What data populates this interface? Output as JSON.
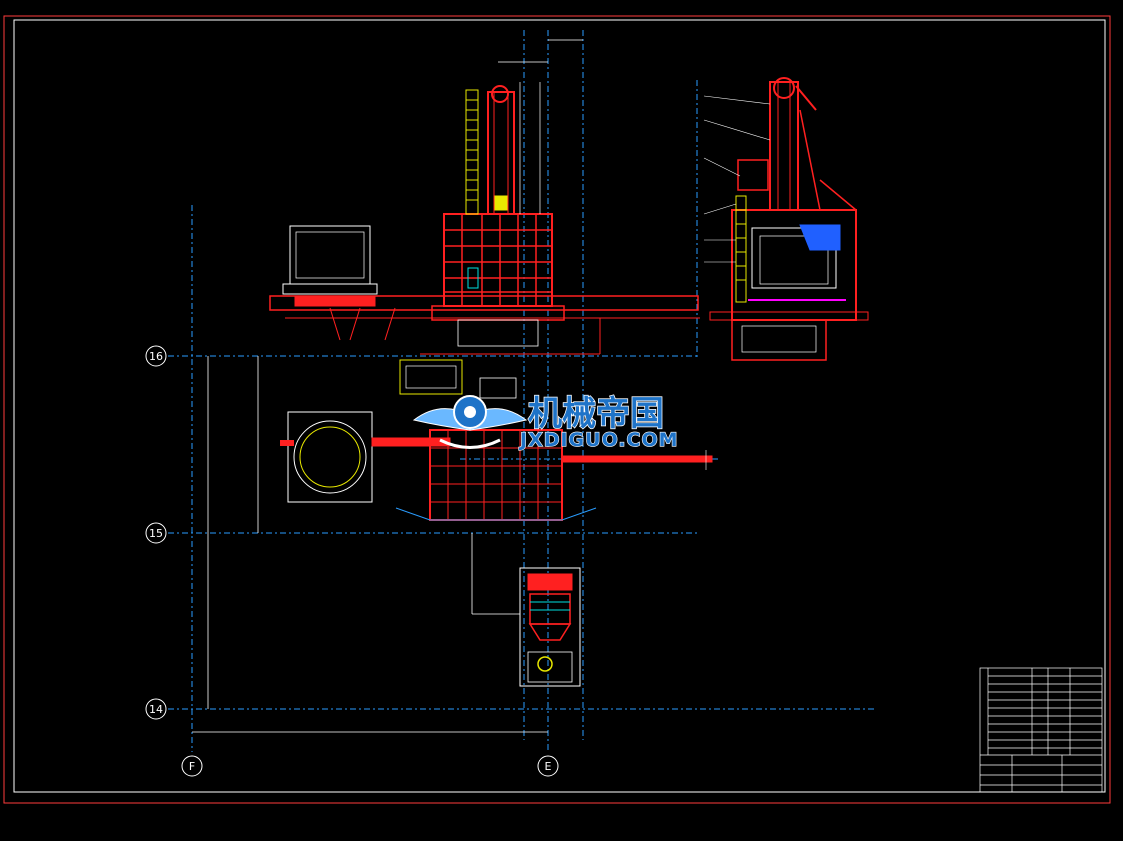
{
  "drawing": {
    "axes": {
      "horizontal": [
        "16",
        "15",
        "14"
      ],
      "vertical": [
        "F",
        "E"
      ]
    },
    "watermark": {
      "text_cn": "机械帝国",
      "text_en": "JXDIGUO.COM"
    },
    "colors": {
      "background": "#000000",
      "frame": "#ff3b3b",
      "structure": "#ff2020",
      "centerline": "#2a9dff",
      "outline": "#ffffff",
      "ladder": "#e8e800",
      "detail": "#00e0e0",
      "accent": "#ff00ff"
    }
  }
}
